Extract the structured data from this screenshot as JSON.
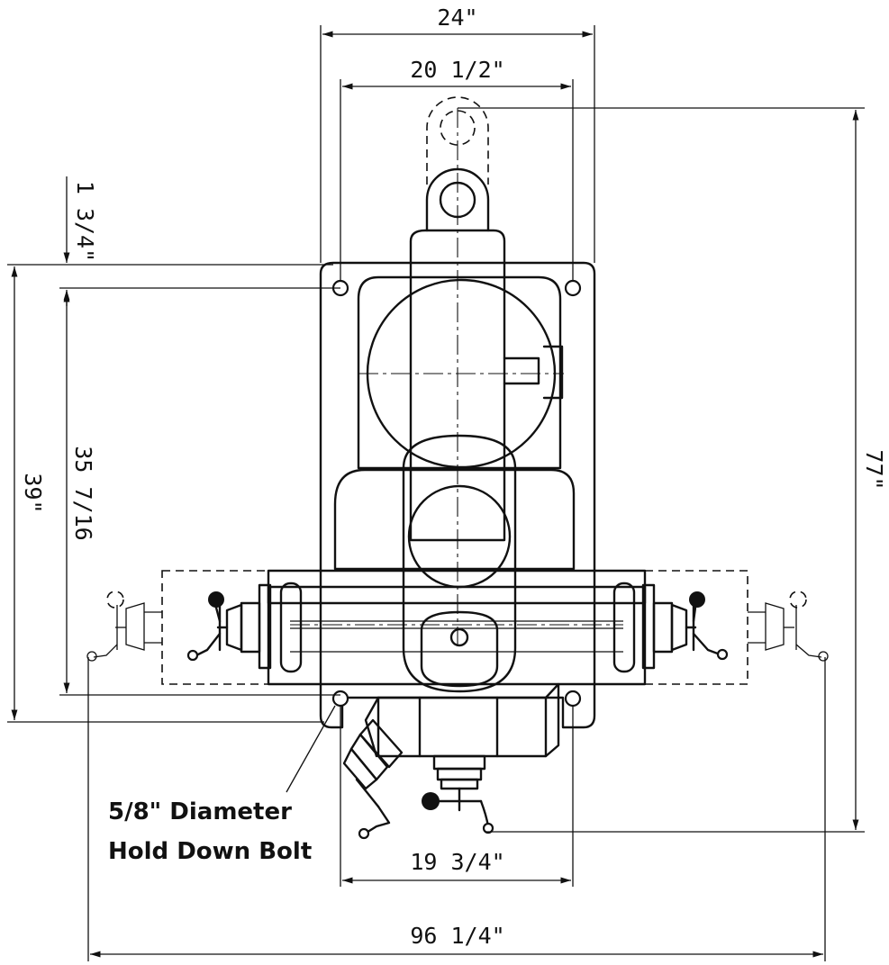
{
  "dimensions": {
    "overall_width_top": "24\"",
    "column_width": "20 1/2\"",
    "ram_offset": "1 3/4\"",
    "bolt_spacing_vertical": "35 7/16",
    "base_depth": "39\"",
    "overall_height": "77\"",
    "bolt_spacing_horizontal": "19 3/4\"",
    "overall_width_table": "96 1/4\""
  },
  "note": {
    "line1": "5/8\" Diameter",
    "line2": "Hold Down Bolt"
  }
}
